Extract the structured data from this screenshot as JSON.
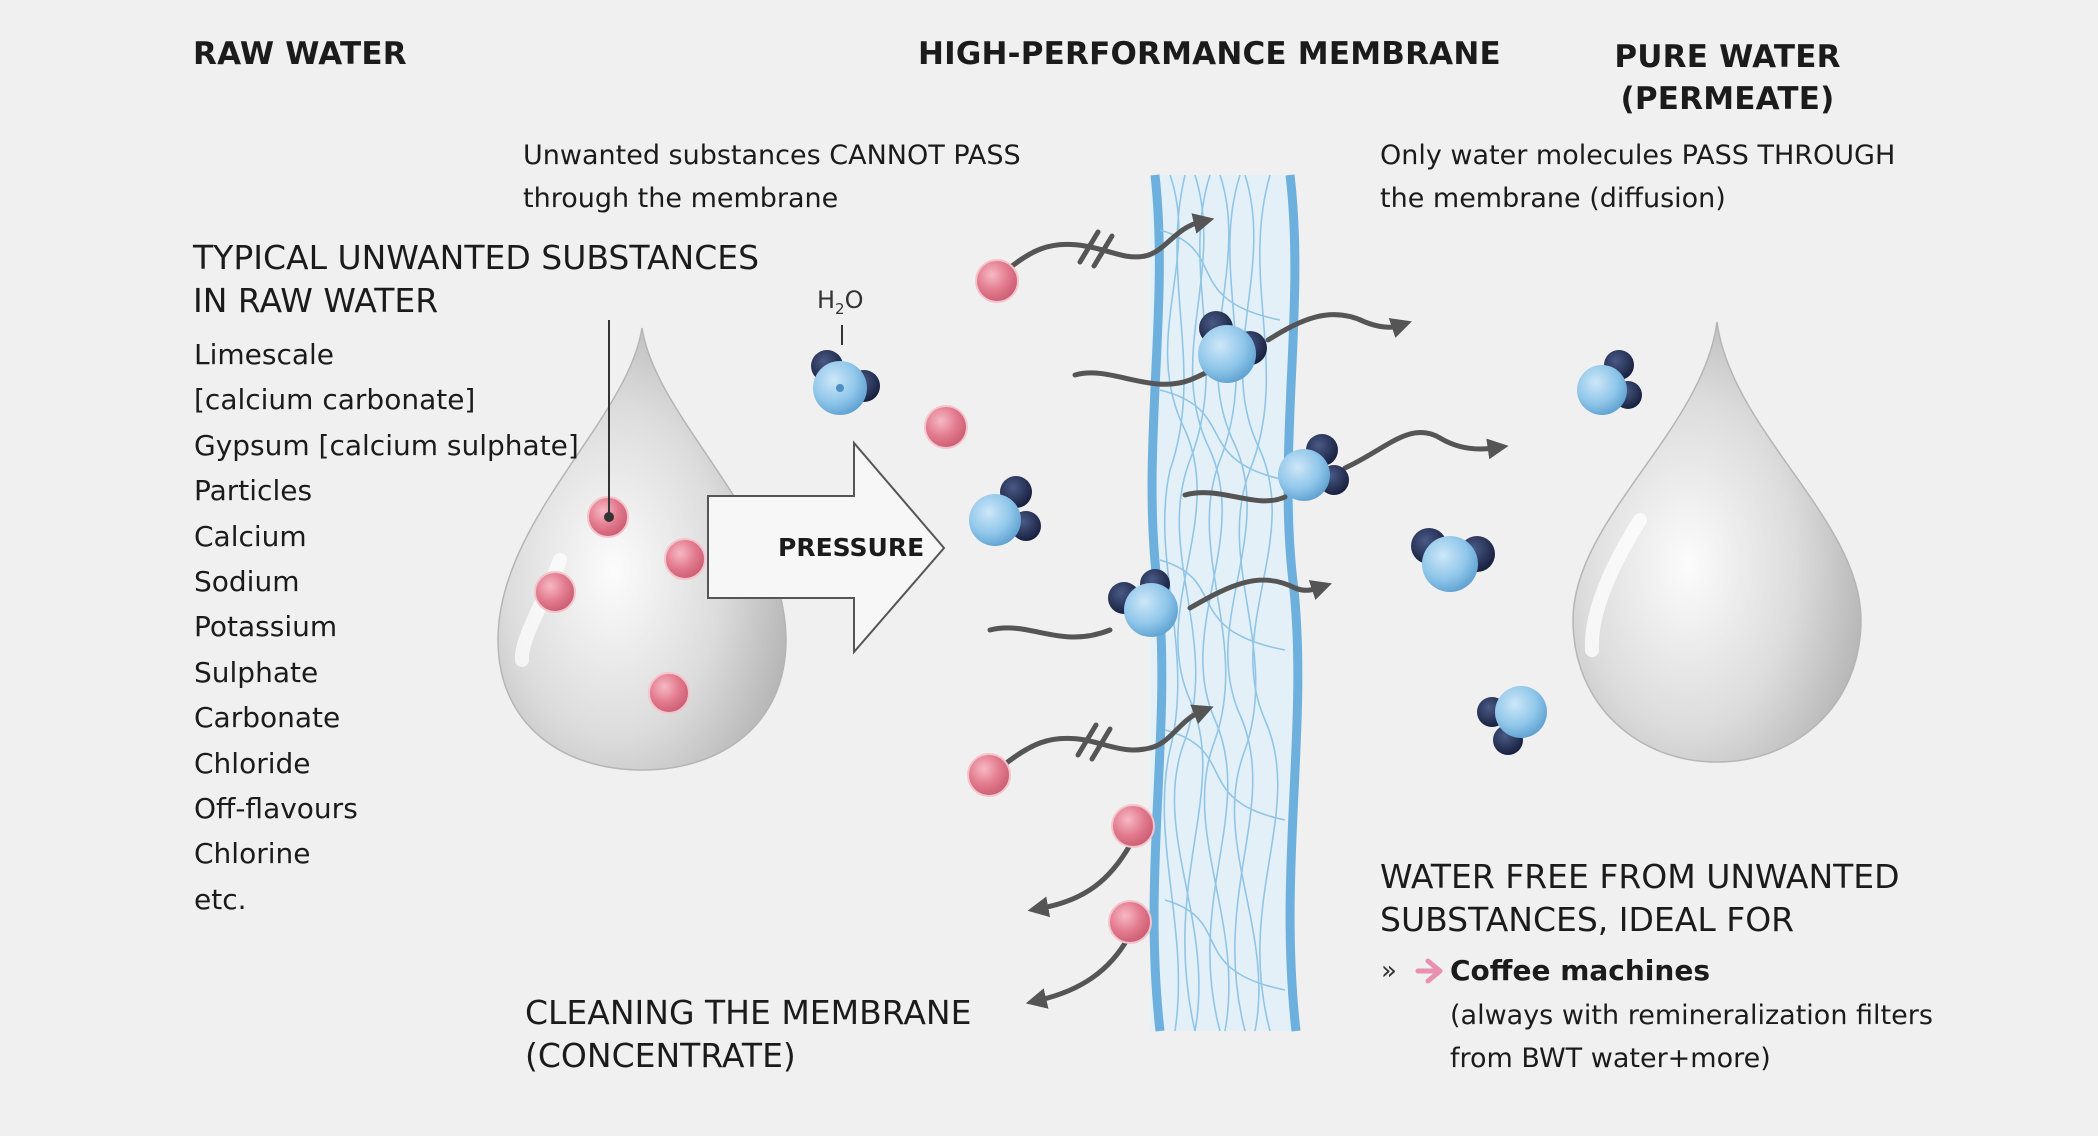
{
  "headers": {
    "raw_water": "RAW WATER",
    "membrane": "HIGH-PERFORMANCE MEMBRANE",
    "pure_water_line1": "PURE WATER",
    "pure_water_line2": "(PERMEATE)"
  },
  "notes": {
    "cannot_pass_line1": "Unwanted substances CANNOT PASS",
    "cannot_pass_line2": "through the membrane",
    "pass_through_line1": "Only water molecules PASS THROUGH",
    "pass_through_line2": "the membrane (diffusion)"
  },
  "substances": {
    "title_line1": "TYPICAL UNWANTED SUBSTANCES",
    "title_line2": "IN RAW WATER",
    "items": [
      "Limescale",
      "[calcium carbonate]",
      "Gypsum [calcium sulphate]",
      "Particles",
      "Calcium",
      "Sodium",
      "Potassium",
      "Sulphate",
      "Carbonate",
      "Chloride",
      "Off-flavours",
      "Chlorine",
      "etc."
    ]
  },
  "pressure_label": "PRESSURE",
  "h2o": {
    "h": "H",
    "sub": "2",
    "o": "O"
  },
  "concentrate": {
    "line1": "CLEANING THE MEMBRANE",
    "line2": "(CONCENTRATE)"
  },
  "ideal_for": {
    "title_line1": "WATER FREE FROM UNWANTED",
    "title_line2": "SUBSTANCES, IDEAL FOR",
    "bullet_marker": "»",
    "item": "Coffee machines",
    "note_line1": "(always with remineralization filters",
    "note_line2": "from BWT water+more)"
  },
  "colors": {
    "background": "#f0f0f0",
    "unwanted_particle": "#e0798b",
    "water_light": "#8fc6ea",
    "water_dark": "#1f2d55",
    "membrane_blue": "#6db0dd",
    "arrow": "#555555",
    "accent_pink": "#e890b0"
  }
}
